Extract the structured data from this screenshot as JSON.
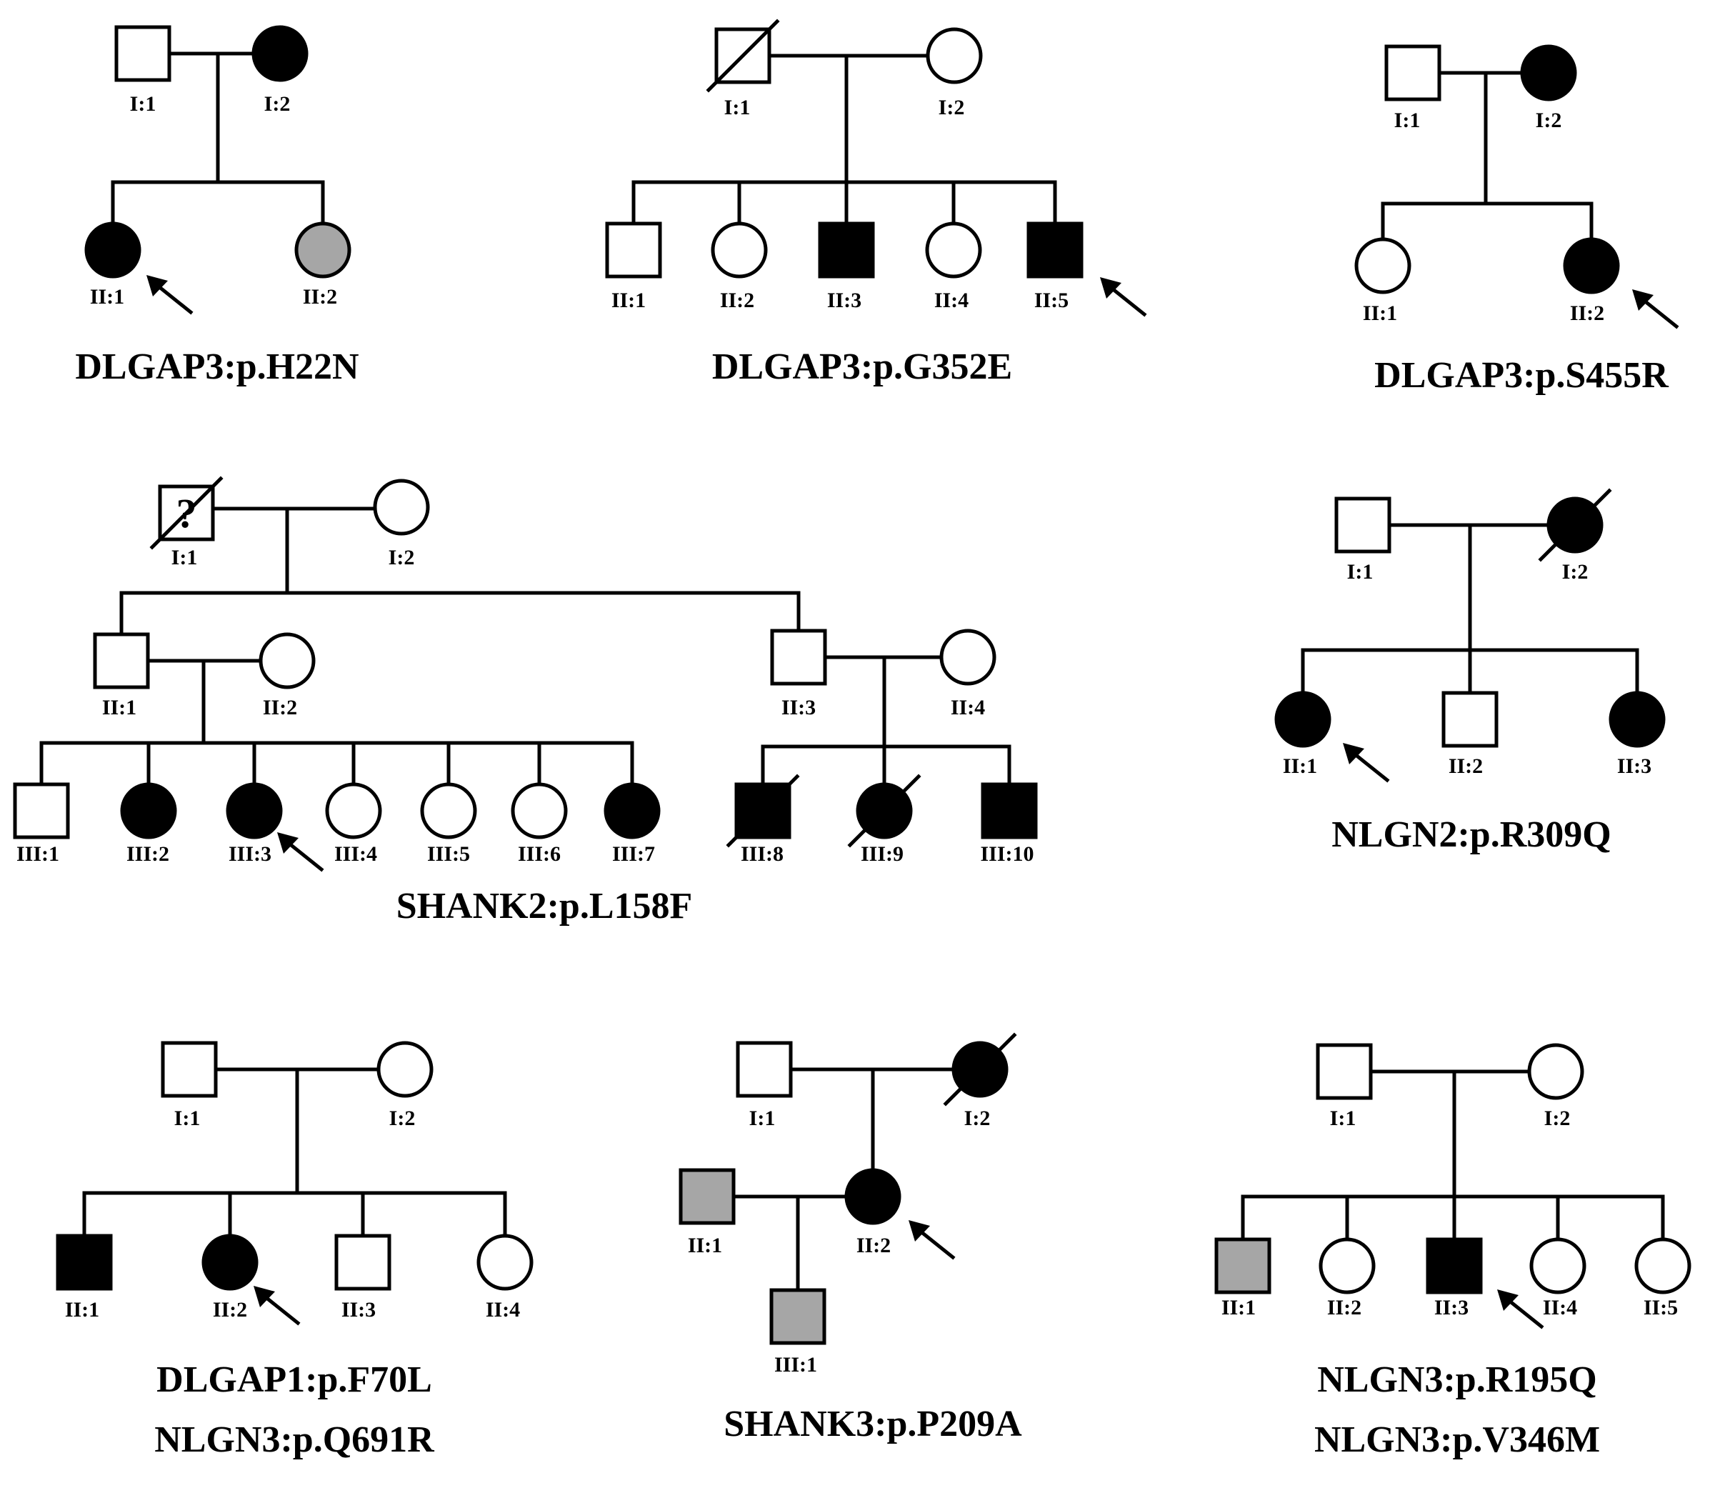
{
  "colors": {
    "affected": "#000000",
    "unaffected": "#ffffff",
    "uncertain": "#a6a6a6",
    "line": "#000000"
  },
  "pedigrees": [
    {
      "id": "dlgap3-h22n",
      "variants": [
        "DLGAP3:p.H22N"
      ],
      "members": [
        {
          "id": "I:1",
          "sex": "male",
          "status": "unaffected"
        },
        {
          "id": "I:2",
          "sex": "female",
          "status": "affected"
        },
        {
          "id": "II:1",
          "sex": "female",
          "status": "affected",
          "proband": true
        },
        {
          "id": "II:2",
          "sex": "female",
          "status": "uncertain"
        }
      ]
    },
    {
      "id": "dlgap3-g352e",
      "variants": [
        "DLGAP3:p.G352E"
      ],
      "members": [
        {
          "id": "I:1",
          "sex": "male",
          "status": "unaffected",
          "deceased": true
        },
        {
          "id": "I:2",
          "sex": "female",
          "status": "unaffected"
        },
        {
          "id": "II:1",
          "sex": "male",
          "status": "unaffected"
        },
        {
          "id": "II:2",
          "sex": "female",
          "status": "unaffected"
        },
        {
          "id": "II:3",
          "sex": "male",
          "status": "affected"
        },
        {
          "id": "II:4",
          "sex": "female",
          "status": "unaffected"
        },
        {
          "id": "II:5",
          "sex": "male",
          "status": "affected",
          "proband": true
        }
      ]
    },
    {
      "id": "dlgap3-s455r",
      "variants": [
        "DLGAP3:p.S455R"
      ],
      "members": [
        {
          "id": "I:1",
          "sex": "male",
          "status": "unaffected"
        },
        {
          "id": "I:2",
          "sex": "female",
          "status": "affected"
        },
        {
          "id": "II:1",
          "sex": "female",
          "status": "unaffected"
        },
        {
          "id": "II:2",
          "sex": "female",
          "status": "affected",
          "proband": true
        }
      ]
    },
    {
      "id": "shank2-l158f",
      "variants": [
        "SHANK2:p.L158F"
      ],
      "members": [
        {
          "id": "I:1",
          "sex": "male",
          "status": "unknown",
          "deceased": true,
          "mark": "?"
        },
        {
          "id": "I:2",
          "sex": "female",
          "status": "unaffected"
        },
        {
          "id": "II:1",
          "sex": "male",
          "status": "unaffected"
        },
        {
          "id": "II:2",
          "sex": "female",
          "status": "unaffected"
        },
        {
          "id": "II:3",
          "sex": "male",
          "status": "unaffected"
        },
        {
          "id": "II:4",
          "sex": "female",
          "status": "unaffected"
        },
        {
          "id": "III:1",
          "sex": "male",
          "status": "unaffected"
        },
        {
          "id": "III:2",
          "sex": "female",
          "status": "affected"
        },
        {
          "id": "III:3",
          "sex": "female",
          "status": "affected",
          "proband": true
        },
        {
          "id": "III:4",
          "sex": "female",
          "status": "unaffected"
        },
        {
          "id": "III:5",
          "sex": "female",
          "status": "unaffected"
        },
        {
          "id": "III:6",
          "sex": "female",
          "status": "unaffected"
        },
        {
          "id": "III:7",
          "sex": "female",
          "status": "affected"
        },
        {
          "id": "III:8",
          "sex": "male",
          "status": "affected",
          "deceased": true
        },
        {
          "id": "III:9",
          "sex": "female",
          "status": "affected",
          "deceased": true
        },
        {
          "id": "III:10",
          "sex": "male",
          "status": "affected"
        }
      ]
    },
    {
      "id": "nlgn2-r309q",
      "variants": [
        "NLGN2:p.R309Q"
      ],
      "members": [
        {
          "id": "I:1",
          "sex": "male",
          "status": "unaffected"
        },
        {
          "id": "I:2",
          "sex": "female",
          "status": "affected",
          "deceased": true
        },
        {
          "id": "II:1",
          "sex": "female",
          "status": "affected",
          "proband": true
        },
        {
          "id": "II:2",
          "sex": "male",
          "status": "unaffected"
        },
        {
          "id": "II:3",
          "sex": "female",
          "status": "affected"
        }
      ]
    },
    {
      "id": "dlgap1-nlgn3",
      "variants": [
        "DLGAP1:p.F70L",
        "NLGN3:p.Q691R"
      ],
      "members": [
        {
          "id": "I:1",
          "sex": "male",
          "status": "unaffected"
        },
        {
          "id": "I:2",
          "sex": "female",
          "status": "unaffected"
        },
        {
          "id": "II:1",
          "sex": "male",
          "status": "affected"
        },
        {
          "id": "II:2",
          "sex": "female",
          "status": "affected",
          "proband": true
        },
        {
          "id": "II:3",
          "sex": "male",
          "status": "unaffected"
        },
        {
          "id": "II:4",
          "sex": "female",
          "status": "unaffected"
        }
      ]
    },
    {
      "id": "shank3-p209a",
      "variants": [
        "SHANK3:p.P209A"
      ],
      "members": [
        {
          "id": "I:1",
          "sex": "male",
          "status": "unaffected"
        },
        {
          "id": "I:2",
          "sex": "female",
          "status": "affected",
          "deceased": true
        },
        {
          "id": "II:1",
          "sex": "male",
          "status": "uncertain"
        },
        {
          "id": "II:2",
          "sex": "female",
          "status": "affected",
          "proband": true
        },
        {
          "id": "III:1",
          "sex": "male",
          "status": "uncertain"
        }
      ]
    },
    {
      "id": "nlgn3-r195q-v346m",
      "variants": [
        "NLGN3:p.R195Q",
        "NLGN3:p.V346M"
      ],
      "members": [
        {
          "id": "I:1",
          "sex": "male",
          "status": "unaffected"
        },
        {
          "id": "I:2",
          "sex": "female",
          "status": "unaffected"
        },
        {
          "id": "II:1",
          "sex": "male",
          "status": "uncertain"
        },
        {
          "id": "II:2",
          "sex": "female",
          "status": "unaffected"
        },
        {
          "id": "II:3",
          "sex": "male",
          "status": "affected",
          "proband": true
        },
        {
          "id": "II:4",
          "sex": "female",
          "status": "unaffected"
        },
        {
          "id": "II:5",
          "sex": "female",
          "status": "unaffected"
        }
      ]
    }
  ]
}
